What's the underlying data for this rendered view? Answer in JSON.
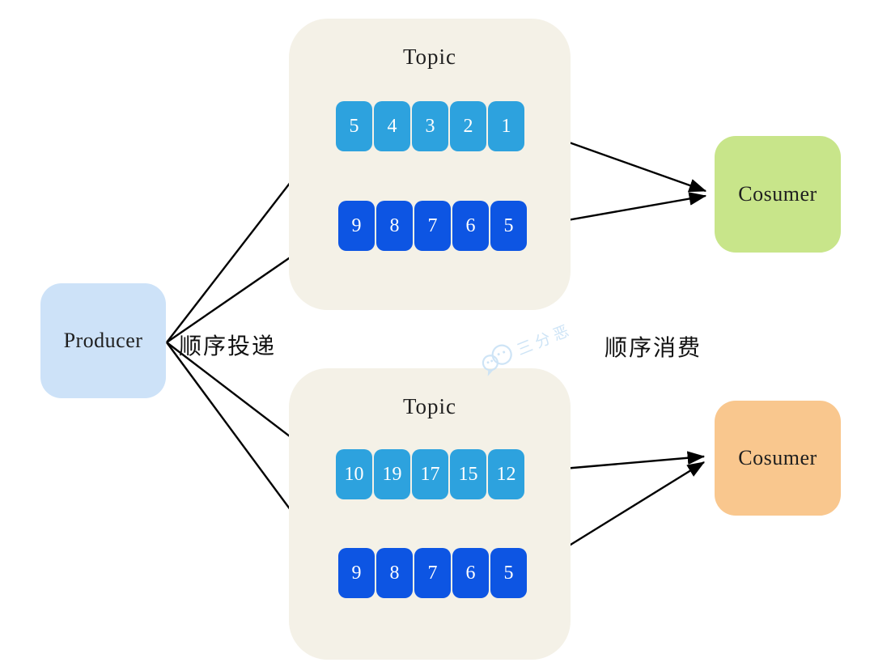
{
  "producer": {
    "label": "Producer",
    "bg": "#cde2f8"
  },
  "labels": {
    "delivery": "顺序投递",
    "consume": "顺序消费"
  },
  "topics": [
    {
      "title": "Topic",
      "queues": [
        {
          "bg": "#2da2de",
          "items": [
            "5",
            "4",
            "3",
            "2",
            "1"
          ]
        },
        {
          "bg": "#0d55e3",
          "items": [
            "9",
            "8",
            "7",
            "6",
            "5"
          ]
        }
      ]
    },
    {
      "title": "Topic",
      "queues": [
        {
          "bg": "#2da2de",
          "items": [
            "10",
            "19",
            "17",
            "15",
            "12"
          ]
        },
        {
          "bg": "#0d55e3",
          "items": [
            "9",
            "8",
            "7",
            "6",
            "5"
          ]
        }
      ]
    }
  ],
  "consumers": [
    {
      "label": "Cosumer",
      "bg": "#c8e58a"
    },
    {
      "label": "Cosumer",
      "bg": "#f9c78e"
    }
  ],
  "watermark": {
    "text": "三分恶",
    "color": "#c9e2f6"
  },
  "style": {
    "topic_bg": "#f4f1e7",
    "arrow_color": "#000000",
    "text_color": "#1f1f1f"
  }
}
